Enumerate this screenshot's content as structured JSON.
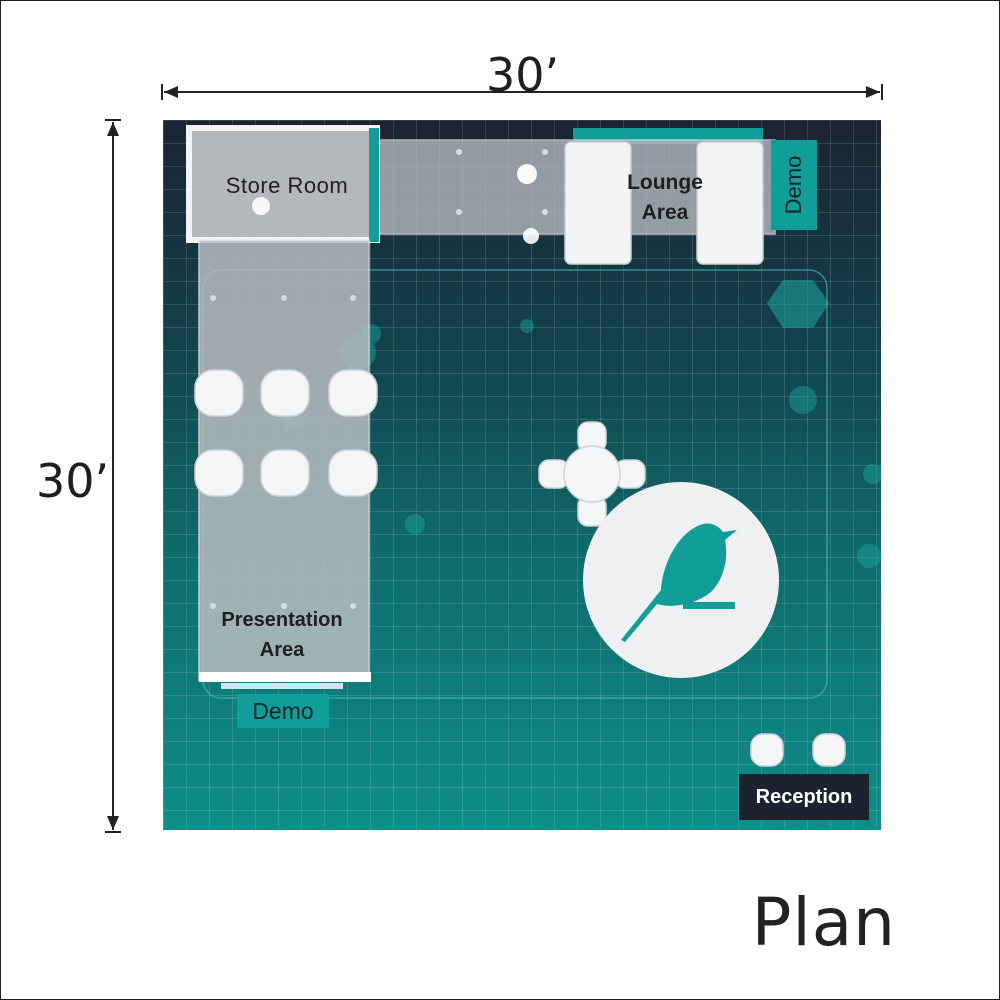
{
  "dimensions": {
    "width_label": "30’",
    "height_label": "30’"
  },
  "plan_title": "Plan",
  "zones": {
    "store_room": "Store Room",
    "lounge_line1": "Lounge",
    "lounge_line2": "Area",
    "presentation_line1": "Presentation",
    "presentation_line2": "Area",
    "demo_top": "Demo",
    "demo_bottom": "Demo",
    "reception": "Reception"
  },
  "colors": {
    "accent": "#129e98",
    "floor_dark": "#1b2332",
    "floor_teal": "#0e8e8a",
    "reception_bg": "#1d2230"
  },
  "icons": [
    "bird-logo-icon",
    "chair-icon",
    "round-table-icon",
    "sofa-icon",
    "dimension-arrow-icon"
  ]
}
